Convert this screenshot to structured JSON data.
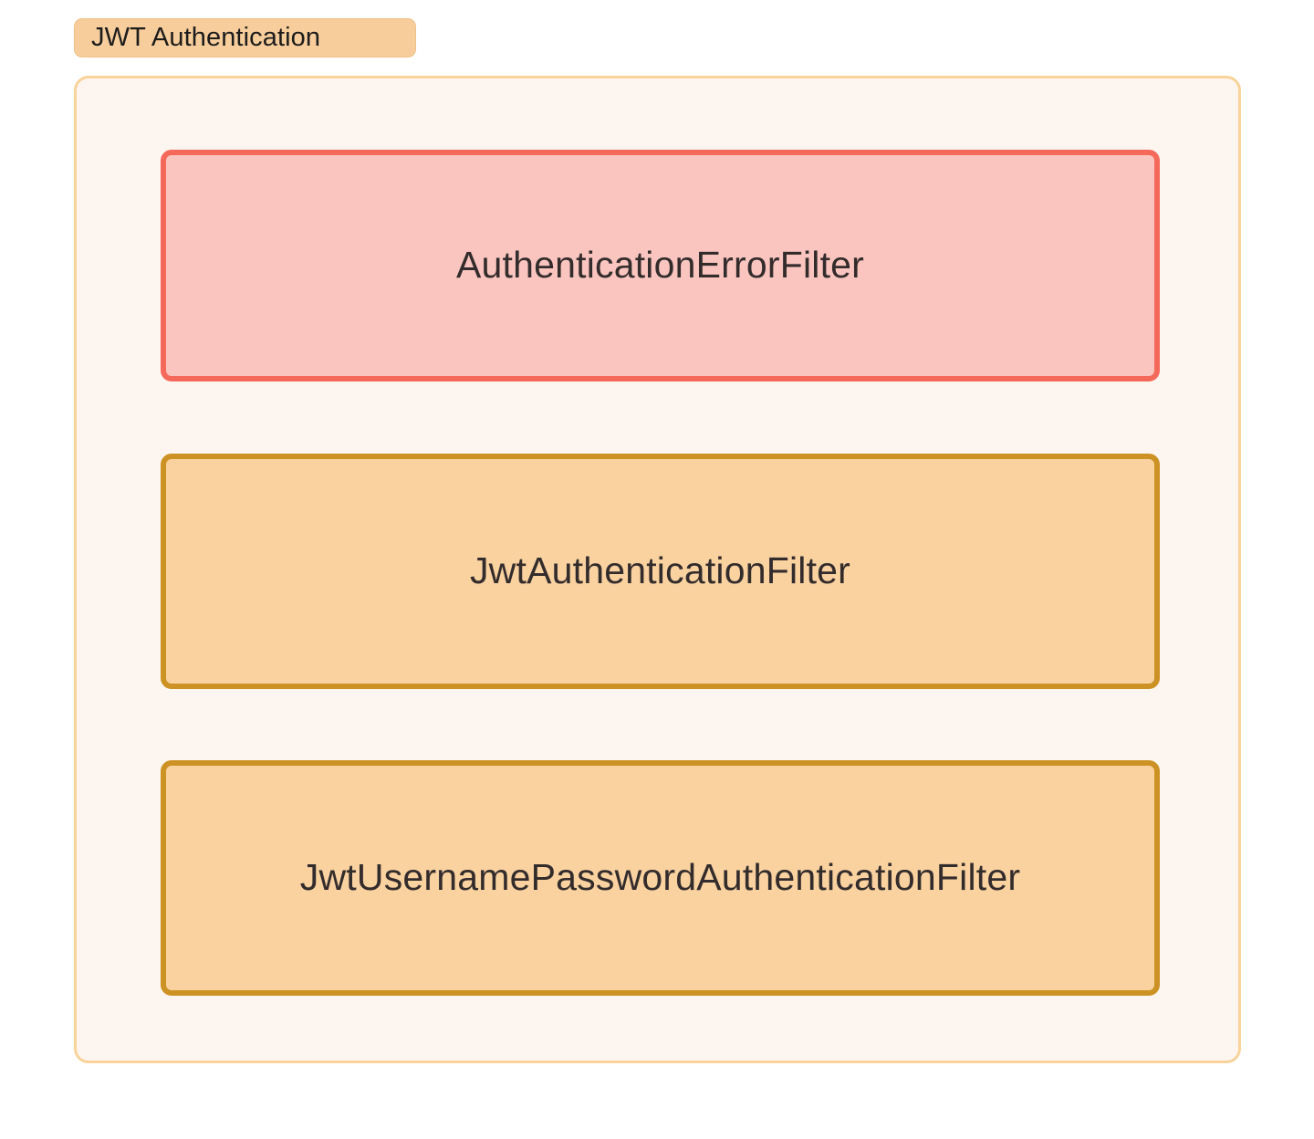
{
  "diagram": {
    "type": "grouped-box-diagram",
    "group": {
      "label": "JWT Authentication",
      "fill_color": "#FDF6F0",
      "border_color": "#F9D39A",
      "label_fill_color": "#F7CD9B"
    },
    "nodes": [
      {
        "id": "authentication-error-filter",
        "label": "AuthenticationErrorFilter",
        "fill_color": "#FAC5BF",
        "border_color": "#F4695A",
        "text_color": "#332C2C"
      },
      {
        "id": "jwt-authentication-filter",
        "label": "JwtAuthenticationFilter",
        "fill_color": "#F9D2A0",
        "border_color": "#CC9224",
        "text_color": "#332C2C"
      },
      {
        "id": "jwt-username-password-authentication-filter",
        "label": "JwtUsernamePasswordAuthenticationFilter",
        "fill_color": "#F9D2A0",
        "border_color": "#CC9224",
        "text_color": "#332C2C"
      }
    ]
  }
}
